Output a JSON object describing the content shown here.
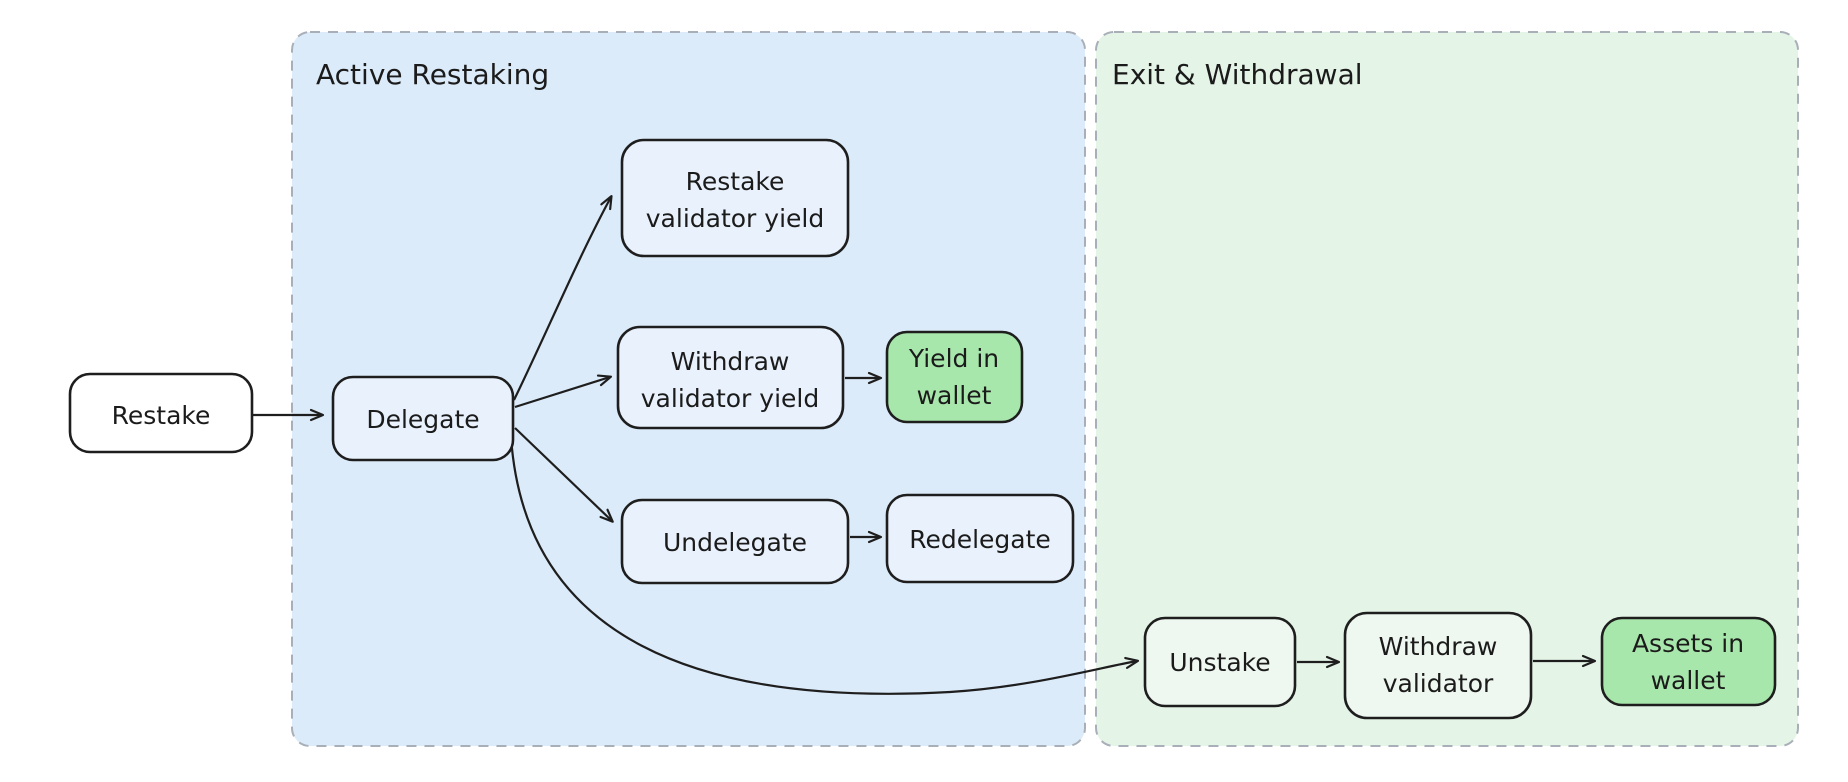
{
  "diagram": {
    "type": "flowchart",
    "containers": [
      {
        "id": "active-restaking",
        "label": "Active Restaking"
      },
      {
        "id": "exit-withdrawal",
        "label": "Exit & Withdrawal"
      }
    ],
    "nodes": {
      "restake": {
        "label": "Restake"
      },
      "delegate": {
        "label": "Delegate"
      },
      "restake_yield": {
        "line1": "Restake",
        "line2": "validator yield"
      },
      "withdraw_yield": {
        "line1": "Withdraw",
        "line2": "validator yield"
      },
      "yield_wallet": {
        "line1": "Yield in",
        "line2": "wallet"
      },
      "undelegate": {
        "label": "Undelegate"
      },
      "redelegate": {
        "label": "Redelegate"
      },
      "unstake": {
        "label": "Unstake"
      },
      "withdraw_validator": {
        "line1": "Withdraw",
        "line2": "validator"
      },
      "assets_wallet": {
        "line1": "Assets in",
        "line2": "wallet"
      }
    },
    "edges": [
      {
        "from": "Restake",
        "to": "Delegate"
      },
      {
        "from": "Delegate",
        "to": "Restake validator yield"
      },
      {
        "from": "Delegate",
        "to": "Withdraw validator yield"
      },
      {
        "from": "Delegate",
        "to": "Undelegate"
      },
      {
        "from": "Delegate",
        "to": "Unstake"
      },
      {
        "from": "Withdraw validator yield",
        "to": "Yield in wallet"
      },
      {
        "from": "Undelegate",
        "to": "Redelegate"
      },
      {
        "from": "Unstake",
        "to": "Withdraw validator"
      },
      {
        "from": "Withdraw validator",
        "to": "Assets in wallet"
      }
    ],
    "colors": {
      "container-blue": "#dcebf9",
      "container-green": "#e4f4e7",
      "node-blue": "#e9f2fc",
      "node-green-light": "#eef8f0",
      "node-green-accent": "#a8e7ab",
      "node-white": "#ffffff",
      "node-border": "#1e1e1e",
      "container-border": "#a9afb8",
      "text": "#1b1b1b",
      "page-bg": "#ffffff"
    }
  }
}
